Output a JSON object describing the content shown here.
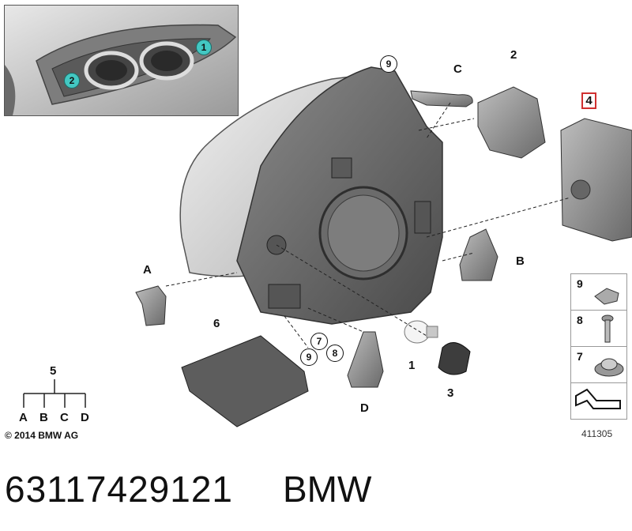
{
  "inset": {
    "callouts": [
      "1",
      "2"
    ]
  },
  "callouts": {
    "n9_top": "9",
    "C": "C",
    "n2": "2",
    "n4": "4",
    "A": "A",
    "B": "B",
    "n6": "6",
    "n7": "7",
    "n8": "8",
    "n9_bottom": "9",
    "n1": "1",
    "n3": "3",
    "D": "D",
    "n5": "5"
  },
  "tree_leaves": [
    "A",
    "B",
    "C",
    "D"
  ],
  "legend": {
    "items": [
      "9",
      "8",
      "7",
      ""
    ]
  },
  "copyright": "© 2014 BMW AG",
  "diagram_id": "411305",
  "footer": {
    "part_number": "63117429121",
    "brand": "BMW"
  }
}
